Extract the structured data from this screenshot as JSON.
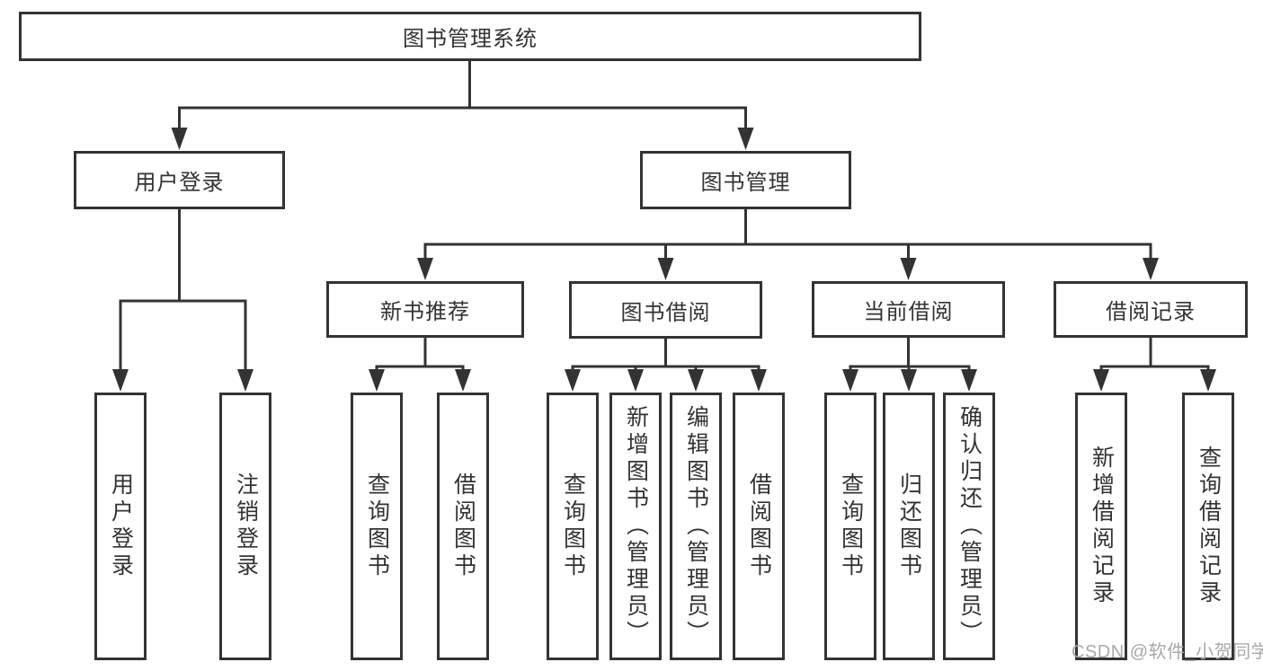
{
  "colors": {
    "line": "#333333",
    "text": "#333333",
    "watermark": "#a8a8a8",
    "background": "#ffffff"
  },
  "watermark": "CSDN @软件_小贺同学",
  "tree": {
    "label": "图书管理系统",
    "children": [
      {
        "label": "用户登录",
        "children": [
          {
            "label": "用户登录"
          },
          {
            "label": "注销登录"
          }
        ]
      },
      {
        "label": "图书管理",
        "children": [
          {
            "label": "新书推荐",
            "children": [
              {
                "label": "查询图书"
              },
              {
                "label": "借阅图书"
              }
            ]
          },
          {
            "label": "图书借阅",
            "children": [
              {
                "label": "查询图书"
              },
              {
                "label": "新增图书（管理员）"
              },
              {
                "label": "编辑图书（管理员）"
              },
              {
                "label": "借阅图书"
              }
            ]
          },
          {
            "label": "当前借阅",
            "children": [
              {
                "label": "查询图书"
              },
              {
                "label": "归还图书"
              },
              {
                "label": "确认归还（管理员）"
              }
            ]
          },
          {
            "label": "借阅记录",
            "children": [
              {
                "label": "新增借阅记录"
              },
              {
                "label": "查询借阅记录"
              }
            ]
          }
        ]
      }
    ]
  }
}
